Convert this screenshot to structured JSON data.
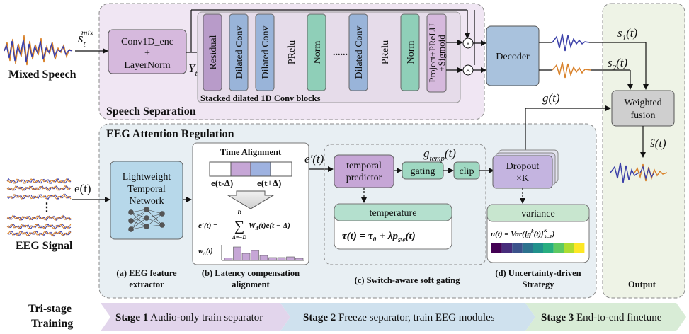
{
  "sections": {
    "speech_separation": "Speech Separation",
    "eeg_regulation": "EEG Attention Regulation",
    "output": "Output"
  },
  "inputs": {
    "mixed_speech": "Mixed Speech",
    "eeg_signal": "EEG Signal",
    "s_mix_base": "s",
    "s_mix_sub": "t",
    "s_mix_sup": "mix",
    "e_t": "e(t)"
  },
  "encoder": {
    "line1": "Conv1D_enc",
    "line2": "+",
    "line3": "LayerNorm",
    "out_base": "Y",
    "out_sub": "t"
  },
  "stack": {
    "blocks": [
      "Residual",
      "Dilated Conv",
      "Dilated Conv",
      "PRelu",
      "Norm",
      "Dilated Conv",
      "PRelu",
      "Norm"
    ],
    "dots": "......",
    "project_line1": "Project+PReLU",
    "project_line2": "+Sigmoid",
    "caption": "Stacked dilated 1D Conv blocks"
  },
  "decoder": {
    "label": "Decoder",
    "out1_base": "s",
    "out1_sub": "1",
    "out1_tail": "(t)",
    "out2_base": "s",
    "out2_sub": "2",
    "out2_tail": "(t)",
    "g_label": "g(t)"
  },
  "fusion": {
    "line1": "Weighted",
    "line2": "fusion",
    "out_label": "ŝ(t)"
  },
  "modules": {
    "a": {
      "line1": "Lightweight",
      "line2": "Temporal",
      "line3": "Network",
      "cap1": "(a) EEG feature",
      "cap2": "extractor"
    },
    "b": {
      "title": "Time Alignment",
      "left": "e(t-Δ)",
      "right": "e(t+Δ)",
      "eq_lhs": "e′(t) =",
      "eq_top": "D",
      "eq_bottom": "Δ=−D",
      "eq_rhs": "W",
      "eq_rhs_sub": "Δ",
      "eq_rhs_tail": "(t)e(t − Δ)",
      "w_base": "w",
      "w_sub": "Δ",
      "w_tail": "(t)",
      "cap1": "(b) Latency compensation",
      "cap2": "alignment",
      "e_prime": "e′(t)",
      "weights": [
        0.18,
        0.95,
        0.5,
        0.7,
        0.35,
        0.2,
        0.2,
        0.25,
        0.15
      ]
    },
    "c": {
      "predictor_line1": "temporal",
      "predictor_line2": "predictor",
      "gating": "gating",
      "clip": "clip",
      "g_temp_base": "g",
      "g_temp_sub": "temp",
      "g_temp_tail": "(t)",
      "temperature": "temperature",
      "tau_eq": "τ(t) = τ₀ + λp",
      "tau_sub": "sw",
      "tau_tail": "(t)",
      "cap": "(c) Switch-aware soft gating"
    },
    "d": {
      "dropout_line1": "Dropout",
      "dropout_line2": "×K",
      "variance": "variance",
      "u_eq": "u(t) = Var({g",
      "u_sup": "k",
      "u_mid": "(t)}",
      "u_sub": "k=1",
      "u_sup2": "K",
      "u_tail": ")",
      "cap1": "(d) Uncertainty-driven",
      "cap2": "Strategy",
      "colors": [
        "#440154",
        "#472d7b",
        "#3b528b",
        "#2c728e",
        "#21918c",
        "#28ae80",
        "#5ec962",
        "#addc30",
        "#fde725"
      ]
    }
  },
  "training": {
    "label_line1": "Tri-stage",
    "label_line2": "Training",
    "stages": [
      {
        "num": "Stage 1",
        "text": " Audio-only train separator",
        "color": "#e2d5ec"
      },
      {
        "num": "Stage 2",
        "text": " Freeze separator, train EEG modules",
        "color": "#cfe1ee"
      },
      {
        "num": "Stage 3",
        "text": " End-to-end finetune",
        "color": "#d8ecd6"
      }
    ]
  },
  "colors": {
    "purple": "#b89bc9",
    "blue": "#99b4d9",
    "green": "#8fcfb8",
    "gray": "#d0d0d0",
    "wave_blue": "#3a3fa8",
    "wave_orange": "#d9822b"
  }
}
